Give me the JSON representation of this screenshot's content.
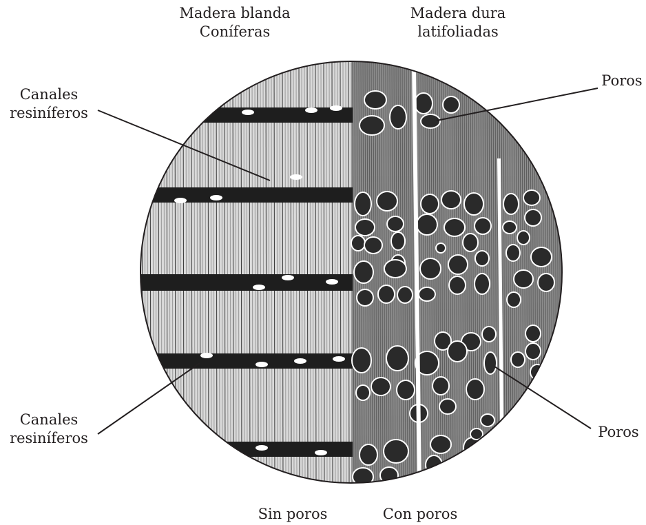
{
  "header": {
    "softwood": {
      "line1": "Madera blanda",
      "line2": "Coníferas"
    },
    "hardwood": {
      "line1": "Madera dura",
      "line2": "latifoliadas"
    }
  },
  "callouts": {
    "resin_canals_top": {
      "line1": "Canales",
      "line2": "resiníferos"
    },
    "resin_canals_bottom": {
      "line1": "Canales",
      "line2": "resiníferos"
    },
    "pores_top": "Poros",
    "pores_bottom": "Poros"
  },
  "footer": {
    "no_pores": "Sin poros",
    "with_pores": "Con poros"
  },
  "colors": {
    "ink": "#231f20",
    "fiber_light": "#9a9a9a",
    "fiber_dark": "#3a3a3a",
    "pore_fill": "#2a2a2a"
  }
}
